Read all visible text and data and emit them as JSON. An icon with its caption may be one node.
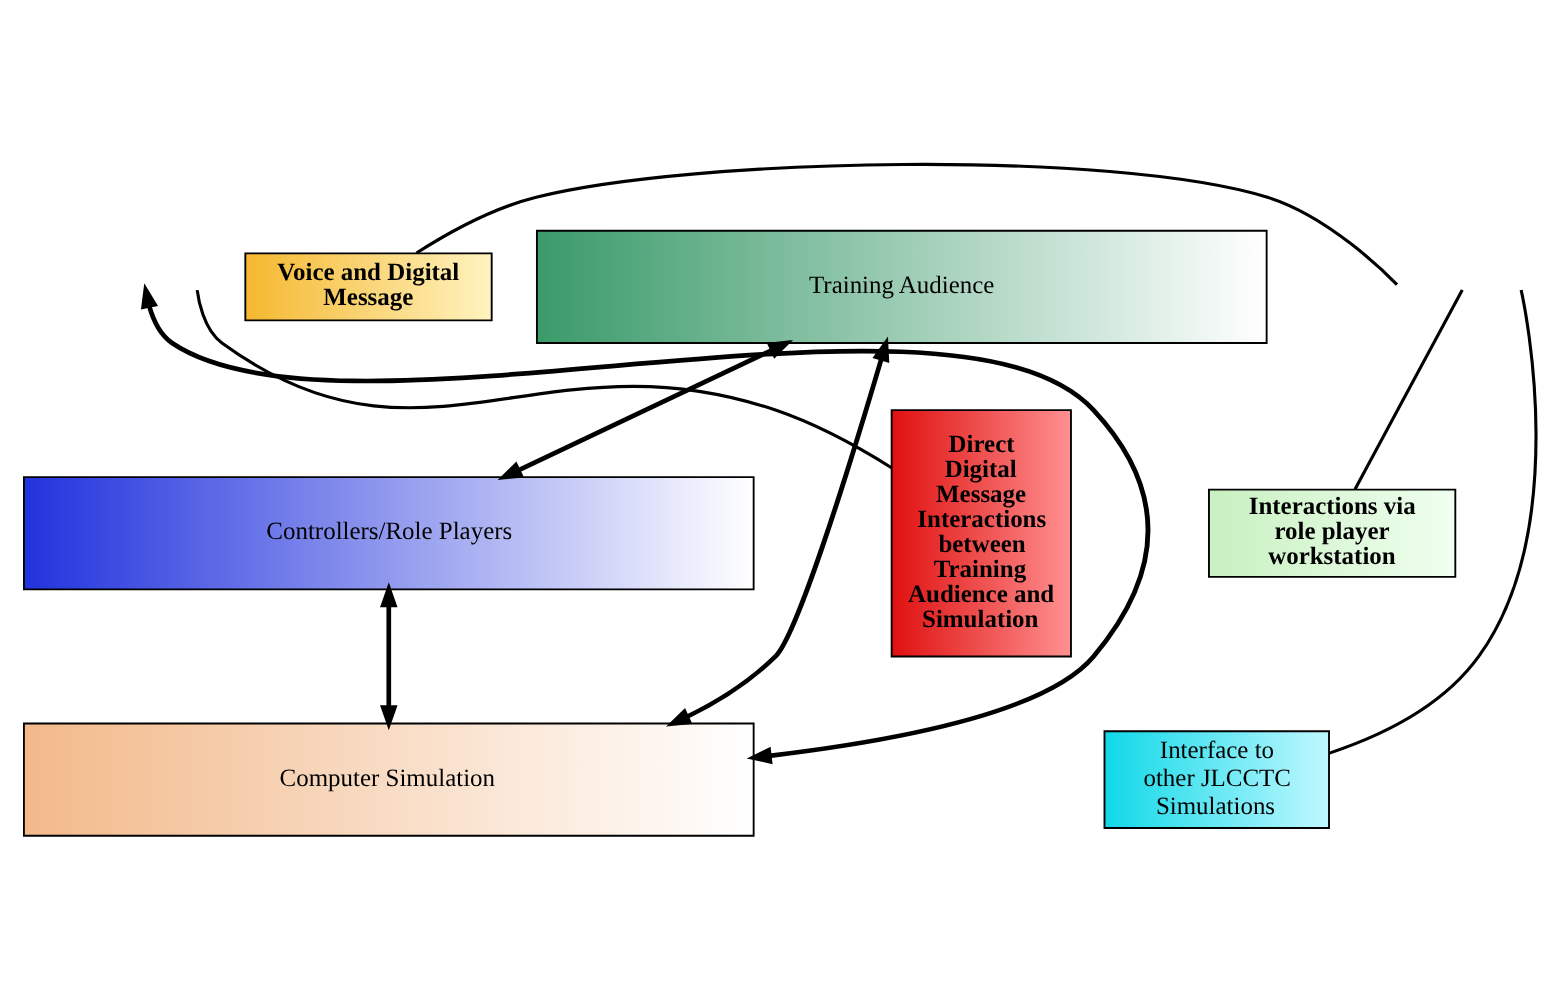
{
  "diagram": {
    "nodes": [
      {
        "text": [
          "Training Audience"
        ]
      },
      {
        "text": [
          "Controllers/Role Players"
        ]
      },
      {
        "text": [
          "Computer Simulation"
        ]
      },
      {
        "text": [
          "Voice and Digital Message"
        ]
      },
      {
        "text": [
          "Interactions via role player workstation"
        ]
      },
      {
        "text": [
          "Direct Digital Message Interactions between Training Audience and Simulation"
        ]
      },
      {
        "text": [
          "Interface to other JLCCTC Simulations"
        ]
      }
    ],
    "edges": [
      {
        "from": 0,
        "to": 1,
        "arrow": "both"
      },
      {
        "from": 1,
        "to": 2,
        "arrow": "both"
      },
      {
        "from": 0,
        "to": 2,
        "arrow": "both"
      },
      {
        "from": 2,
        "to": null,
        "arrow": "both"
      },
      {
        "from": 3,
        "to": null,
        "arrow": "none"
      },
      {
        "from": 4,
        "to": null,
        "arrow": "none"
      },
      {
        "from": 5,
        "to": null,
        "arrow": "none"
      },
      {
        "from": 6,
        "to": null,
        "arrow": "none"
      }
    ]
  }
}
